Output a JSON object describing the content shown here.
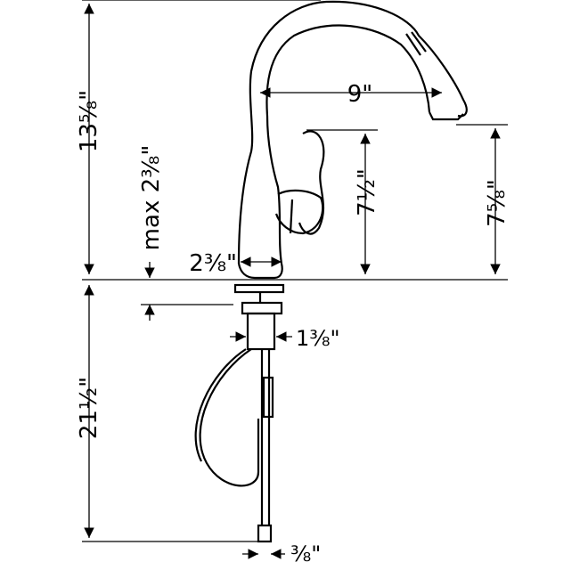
{
  "dimensions": {
    "total_height": "13⅝\"",
    "handle_clearance": "max 2⅜\"",
    "spout_reach": "9\"",
    "base_to_handle": "7½\"",
    "aerator_height": "7⅝\"",
    "base_diameter": "2⅜\"",
    "shank_diameter": "1⅜\"",
    "hose_length": "21½\"",
    "supply_connection": "⅜\""
  },
  "colors": {
    "line": "#000000",
    "background": "#ffffff"
  }
}
